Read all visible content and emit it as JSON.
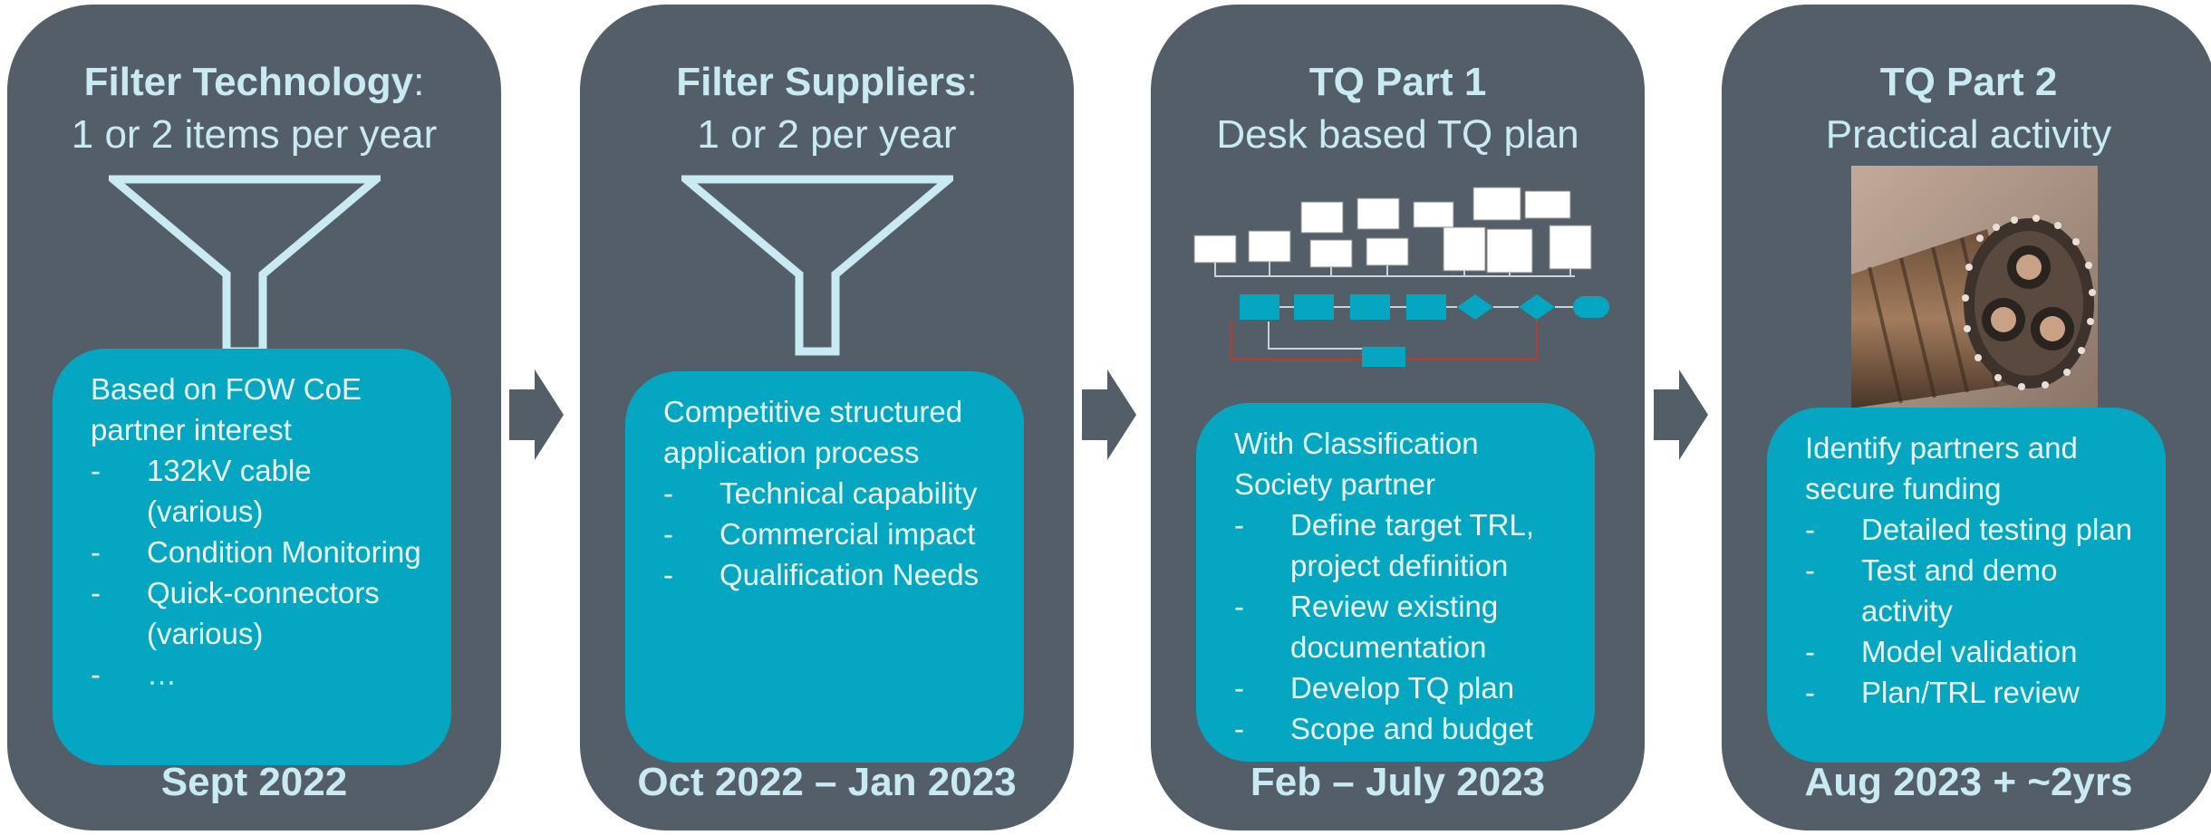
{
  "panels": [
    {
      "title_bold": "Filter Technology",
      "title_suffix": ":",
      "subtitle": "1 or 2 items per year",
      "lead": "Based on FOW CoE partner interest",
      "bullets": [
        "132kV cable (various)",
        "Condition Monitoring",
        "Quick-connectors (various)",
        "…"
      ],
      "date": "Sept 2022",
      "icon": "funnel-icon"
    },
    {
      "title_bold": "Filter Suppliers",
      "title_suffix": ":",
      "subtitle": "1 or 2 per year",
      "lead": "Competitive structured application process",
      "bullets": [
        "Technical capability",
        "Commercial impact",
        "Qualification Needs"
      ],
      "date": "Oct 2022 – Jan 2023",
      "icon": "funnel-icon"
    },
    {
      "title_bold": "TQ Part 1",
      "title_suffix": "",
      "subtitle": "Desk based TQ plan",
      "lead": "With Classification Society partner",
      "bullets": [
        "Define target TRL, project definition",
        "Review existing documentation",
        "Develop TQ plan",
        "Scope and budget"
      ],
      "date": "Feb – July 2023",
      "icon": "flowchart-thumbnail"
    },
    {
      "title_bold": "TQ Part 2",
      "title_suffix": "",
      "subtitle": "Practical activity",
      "lead": "Identify partners and secure funding",
      "bullets": [
        "Detailed testing plan",
        "Test and demo activity",
        "Model validation",
        "Plan/TRL review"
      ],
      "date": "Aug 2023 + ~2yrs",
      "icon": "cable-photo"
    }
  ],
  "colors": {
    "panel": "#535e69",
    "inner": "#05a6c1",
    "title": "#c8eaf2",
    "arrow": "#535e69"
  }
}
